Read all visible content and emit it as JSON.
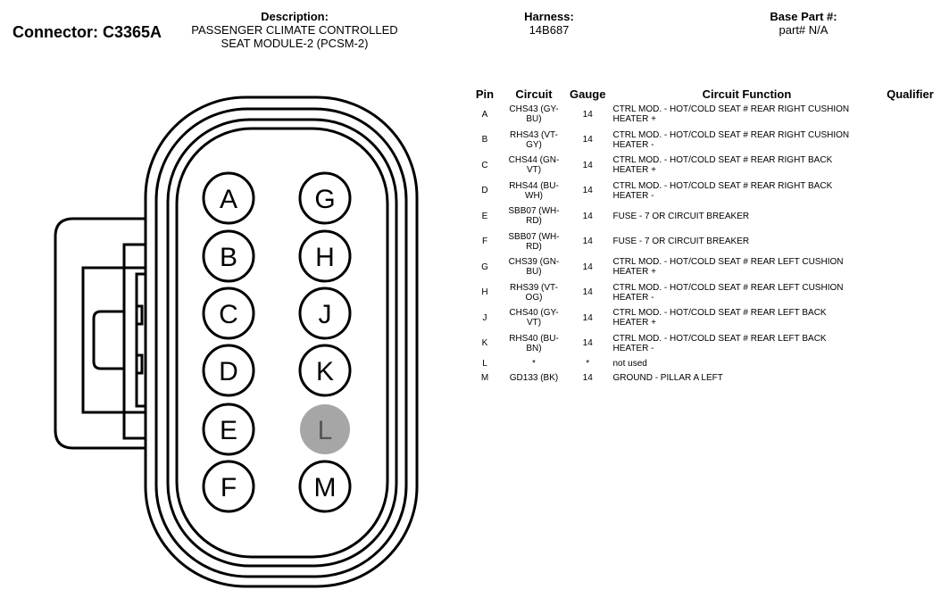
{
  "header": {
    "connector": "Connector: C3365A",
    "description_title": "Description:",
    "description_line1": "PASSENGER CLIMATE CONTROLLED",
    "description_line2": "SEAT MODULE-2 (PCSM-2)",
    "harness_title": "Harness:",
    "harness_value": "14B687",
    "base_part_title": "Base Part #:",
    "base_part_value": "part# N/A"
  },
  "connector_pins": {
    "left_column": [
      "A",
      "B",
      "C",
      "D",
      "E",
      "F"
    ],
    "right_column": [
      "G",
      "H",
      "J",
      "K",
      "L",
      "M"
    ],
    "unused_pin": "L",
    "pin_color": "#000000",
    "unused_pin_fill": "#a6a6a6",
    "unused_pin_text_color": "#555555"
  },
  "table": {
    "headers": {
      "pin": "Pin",
      "circuit": "Circuit",
      "gauge": "Gauge",
      "function": "Circuit Function",
      "qualifier": "Qualifier"
    },
    "rows": [
      {
        "pin": "A",
        "circuit_1": "CHS43 (GY-",
        "circuit_2": "BU)",
        "gauge": "14",
        "function_1": "CTRL MOD. - HOT/COLD SEAT # REAR RIGHT CUSHION",
        "function_2": "HEATER +"
      },
      {
        "pin": "B",
        "circuit_1": "RHS43 (VT-",
        "circuit_2": "GY)",
        "gauge": "14",
        "function_1": "CTRL MOD. - HOT/COLD SEAT # REAR RIGHT CUSHION",
        "function_2": "HEATER -"
      },
      {
        "pin": "C",
        "circuit_1": "CHS44 (GN-",
        "circuit_2": "VT)",
        "gauge": "14",
        "function_1": "CTRL MOD. - HOT/COLD SEAT # REAR RIGHT BACK",
        "function_2": "HEATER +"
      },
      {
        "pin": "D",
        "circuit_1": "RHS44 (BU-",
        "circuit_2": "WH)",
        "gauge": "14",
        "function_1": "CTRL MOD. - HOT/COLD SEAT # REAR RIGHT BACK",
        "function_2": "HEATER -"
      },
      {
        "pin": "E",
        "circuit_1": "SBB07 (WH-",
        "circuit_2": "RD)",
        "gauge": "14",
        "function_1": "FUSE - 7 OR CIRCUIT BREAKER",
        "function_2": ""
      },
      {
        "pin": "F",
        "circuit_1": "SBB07 (WH-",
        "circuit_2": "RD)",
        "gauge": "14",
        "function_1": "FUSE - 7 OR CIRCUIT BREAKER",
        "function_2": ""
      },
      {
        "pin": "G",
        "circuit_1": "CHS39 (GN-",
        "circuit_2": "BU)",
        "gauge": "14",
        "function_1": "CTRL MOD. - HOT/COLD SEAT # REAR LEFT CUSHION",
        "function_2": "HEATER +"
      },
      {
        "pin": "H",
        "circuit_1": "RHS39 (VT-",
        "circuit_2": "OG)",
        "gauge": "14",
        "function_1": "CTRL MOD. - HOT/COLD SEAT # REAR LEFT CUSHION",
        "function_2": "HEATER -"
      },
      {
        "pin": "J",
        "circuit_1": "CHS40 (GY-",
        "circuit_2": "VT)",
        "gauge": "14",
        "function_1": "CTRL MOD. - HOT/COLD SEAT # REAR LEFT BACK",
        "function_2": "HEATER +"
      },
      {
        "pin": "K",
        "circuit_1": "RHS40 (BU-",
        "circuit_2": "BN)",
        "gauge": "14",
        "function_1": "CTRL MOD. - HOT/COLD SEAT # REAR LEFT BACK",
        "function_2": "HEATER -"
      },
      {
        "pin": "L",
        "circuit_1": "*",
        "circuit_2": "",
        "gauge": "*",
        "function_1": "not used",
        "function_2": ""
      },
      {
        "pin": "M",
        "circuit_1": "GD133 (BK)",
        "circuit_2": "",
        "gauge": "14",
        "function_1": "GROUND - PILLAR A LEFT",
        "function_2": ""
      }
    ]
  }
}
